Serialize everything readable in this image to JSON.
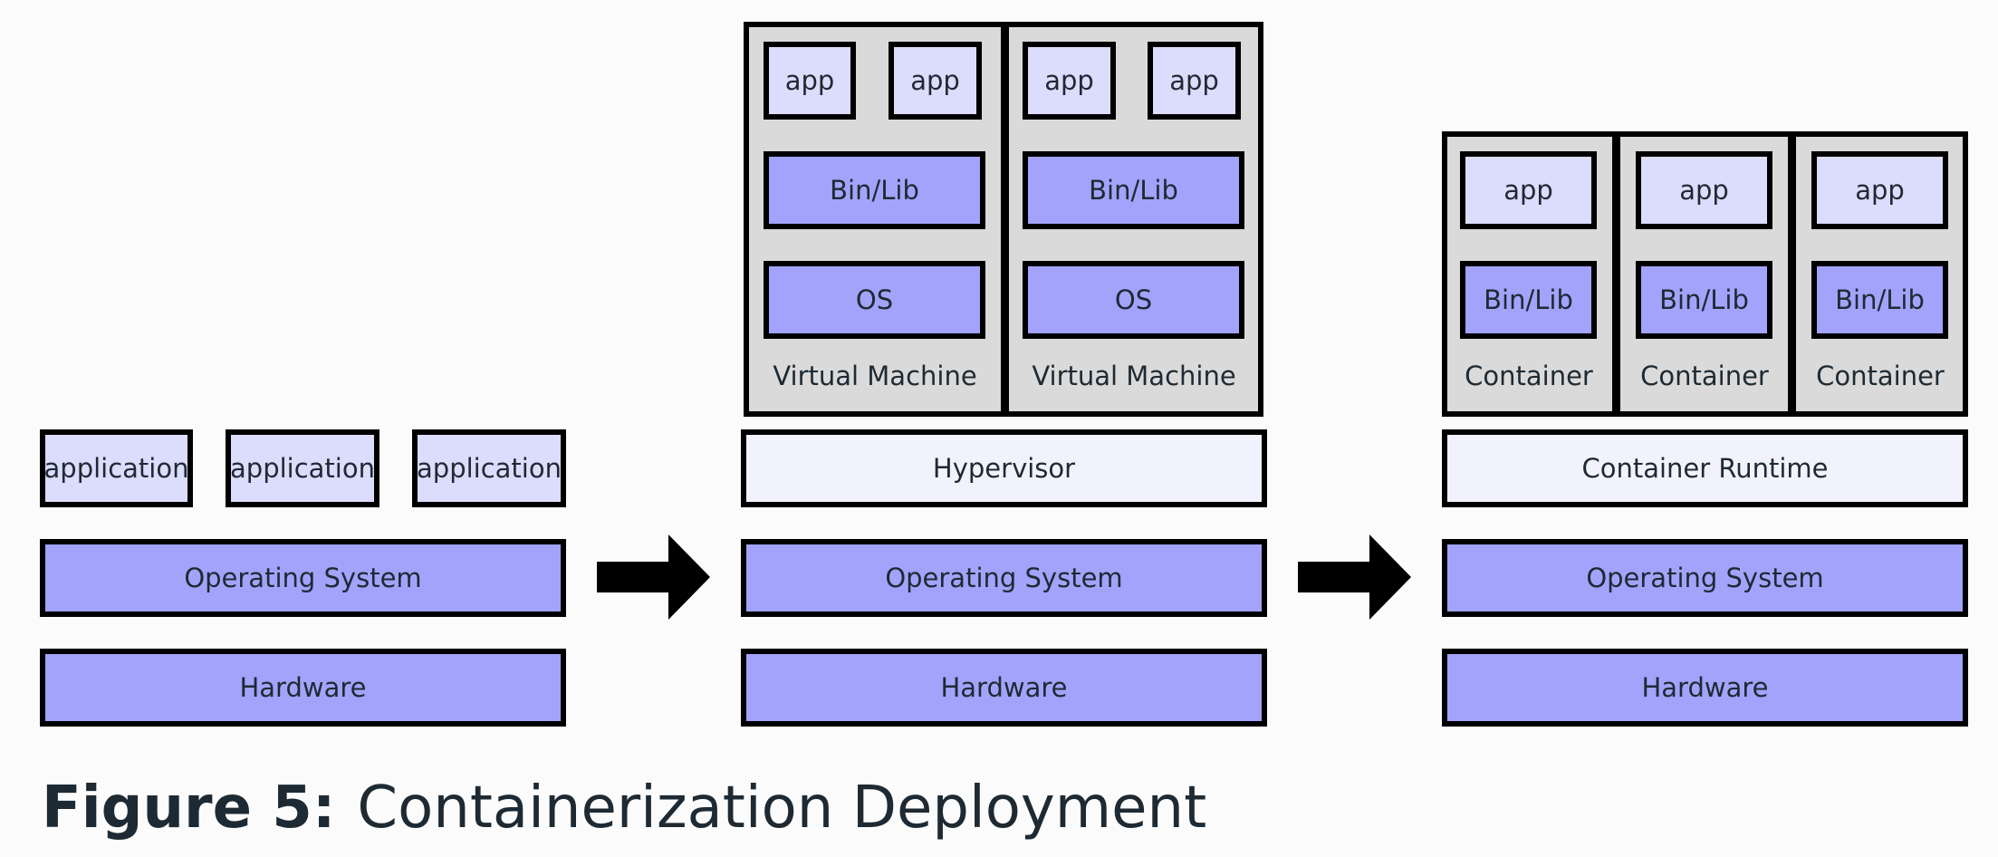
{
  "diagram": {
    "stack_traditional": {
      "applications": [
        "application",
        "application",
        "application"
      ],
      "os": "Operating System",
      "hardware": "Hardware"
    },
    "stack_virtualization": {
      "vms": [
        {
          "apps": [
            "app",
            "app"
          ],
          "binlib": "Bin/Lib",
          "os": "OS",
          "label": "Virtual Machine"
        },
        {
          "apps": [
            "app",
            "app"
          ],
          "binlib": "Bin/Lib",
          "os": "OS",
          "label": "Virtual Machine"
        }
      ],
      "hypervisor": "Hypervisor",
      "os": "Operating System",
      "hardware": "Hardware"
    },
    "stack_containerization": {
      "containers": [
        {
          "app": "app",
          "binlib": "Bin/Lib",
          "label": "Container"
        },
        {
          "app": "app",
          "binlib": "Bin/Lib",
          "label": "Container"
        },
        {
          "app": "app",
          "binlib": "Bin/Lib",
          "label": "Container"
        }
      ],
      "runtime": "Container Runtime",
      "os": "Operating System",
      "hardware": "Hardware"
    },
    "colors": {
      "dark_block": "#a3a3fc",
      "light_block": "#dcdcfd",
      "pale_block": "#f2f2fe",
      "group_bg": "#dadada",
      "border": "#000000"
    }
  },
  "caption": {
    "label": "Figure 5:",
    "text": "Containerization Deployment"
  }
}
